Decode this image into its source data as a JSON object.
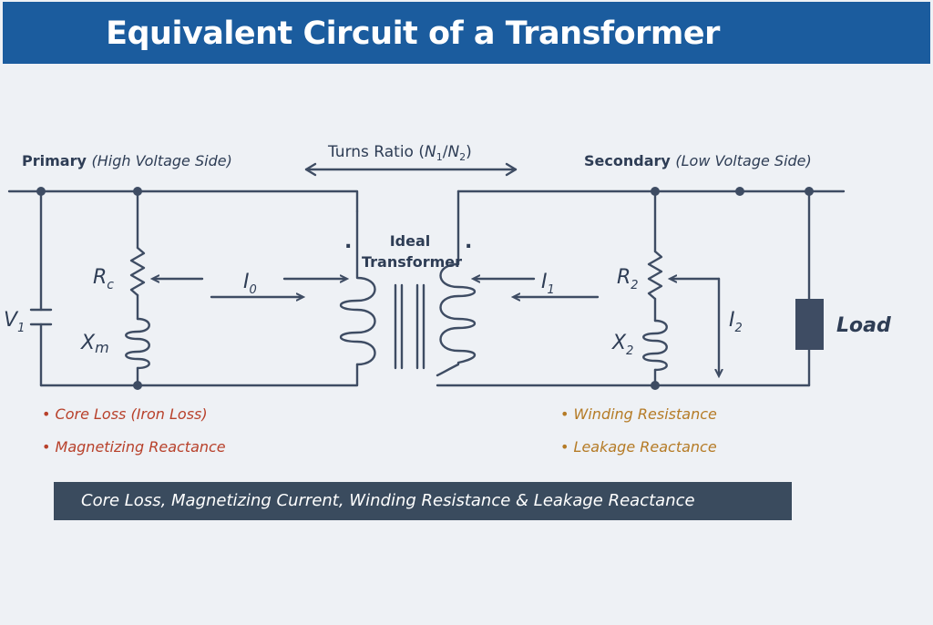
{
  "title": "Equivalent Circuit of a Transformer",
  "primary": {
    "label": "Primary",
    "note": "(High Voltage Side)"
  },
  "secondary": {
    "label": "Secondary",
    "note": "(Low Voltage Side)"
  },
  "turns_ratio": {
    "label": "Turns Ratio (",
    "n1": "N",
    "sub1": "1",
    "slash": "/",
    "n2": "N",
    "sub2": "2",
    "close": ")"
  },
  "ideal": {
    "line1": "Ideal",
    "line2": "Transformer"
  },
  "symbols": {
    "v1": "V",
    "v1_sub": "1",
    "rc": "R",
    "rc_sub": "c",
    "xm": "X",
    "xm_sub": "m",
    "i0": "I",
    "i0_sub": "0",
    "i1": "I",
    "i1_sub": "1",
    "i2": "I",
    "i2_sub": "2",
    "r2": "R",
    "r2_sub": "2",
    "x2": "X",
    "x2_sub": "2",
    "load": "Load",
    "dot1": ".",
    "dot2": "."
  },
  "primary_notes": [
    "Core Loss (Iron Loss)",
    "Magnetizing Reactance"
  ],
  "secondary_notes": [
    "Winding Resistance",
    "Leakage Reactance"
  ],
  "bullet": "•",
  "summary": "Core Loss, Magnetizing Current, Winding Resistance & Leakage Reactance",
  "colors": {
    "title_bar": "#1b5c9e",
    "wire": "#3e4c63",
    "primary_note": "#b8412b",
    "secondary_note": "#b57b26",
    "banner": "#3a4b5e"
  }
}
